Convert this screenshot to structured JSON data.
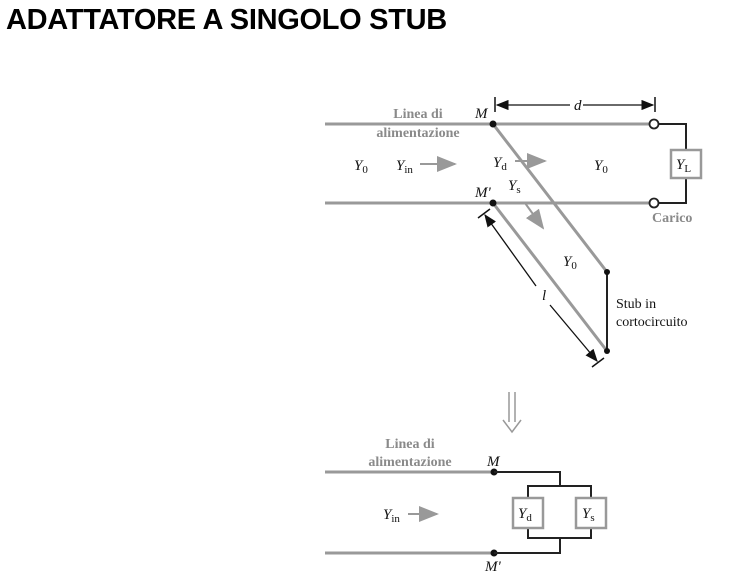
{
  "title": "ADATTATORE A SINGOLO STUB",
  "top_diagram": {
    "feed_line_label": [
      "Linea di",
      "alimentazione"
    ],
    "node_M": "M",
    "node_M_prime": "M'",
    "distance_label": "d",
    "length_label": "l",
    "Y0_left": {
      "main": "Y",
      "sub": "0"
    },
    "Yin": {
      "main": "Y",
      "sub": "in"
    },
    "Yd": {
      "main": "Y",
      "sub": "d"
    },
    "Ys": {
      "main": "Y",
      "sub": "s"
    },
    "Y0_right": {
      "main": "Y",
      "sub": "0"
    },
    "Y0_stub": {
      "main": "Y",
      "sub": "0"
    },
    "YL": {
      "main": "Y",
      "sub": "L"
    },
    "load_label": "Carico",
    "stub_label": [
      "Stub in",
      "cortocircuito"
    ]
  },
  "bottom_diagram": {
    "feed_line_label": [
      "Linea di",
      "alimentazione"
    ],
    "node_M": "M",
    "node_M_prime": "M'",
    "Yin": {
      "main": "Y",
      "sub": "in"
    },
    "Yd": {
      "main": "Y",
      "sub": "d"
    },
    "Ys": {
      "main": "Y",
      "sub": "s"
    }
  }
}
